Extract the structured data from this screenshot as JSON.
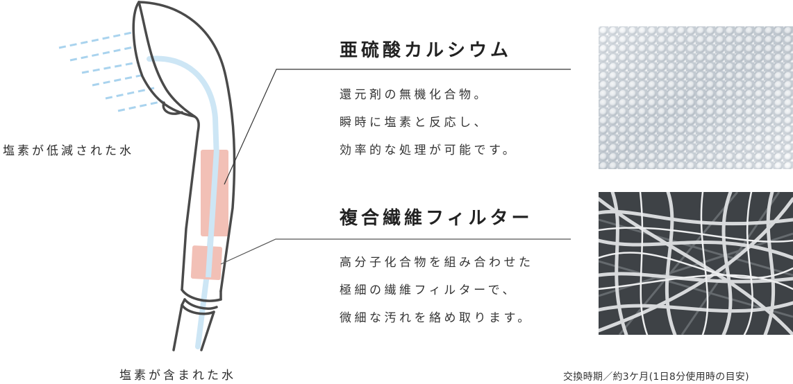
{
  "diagram": {
    "labels": {
      "output_water": "塩素が低減された水",
      "input_water": "塩素が含まれた水"
    },
    "colors": {
      "outline": "#4a4a4a",
      "water_path": "#cde6f5",
      "filter": "#f2c0b6",
      "spray": "#a9d3ee",
      "leader_line": "#333333"
    }
  },
  "sections": [
    {
      "heading": "亜硫酸カルシウム",
      "lines": [
        "還元剤の無機化合物。",
        "瞬時に塩素と反応し、",
        "効率的な処理が可能です。"
      ],
      "image": "calcium-sulfite-granules-photo"
    },
    {
      "heading": "複合繊維フィルター",
      "lines": [
        "高分子化合物を組み合わせた",
        "極細の繊維フィルターで、",
        "微細な汚れを絡め取ります。"
      ],
      "image": "composite-fiber-micrograph"
    }
  ],
  "footnote": "交換時期／約3ケ月(1日8分使用時の目安)"
}
